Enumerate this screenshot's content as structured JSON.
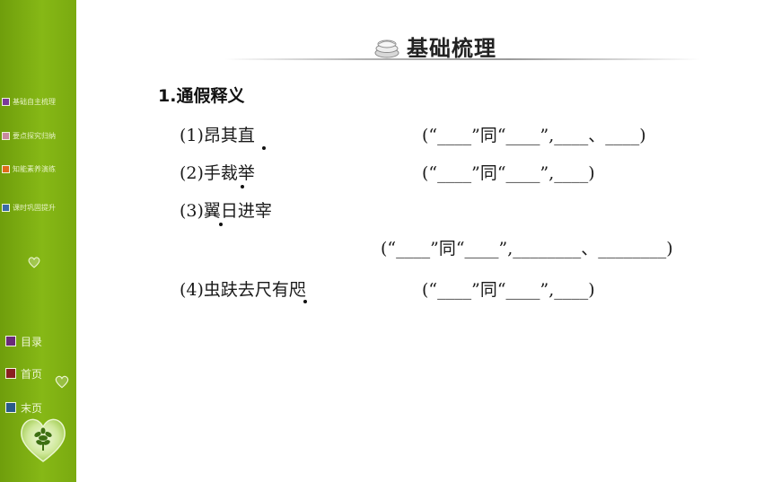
{
  "sidebar": {
    "items": [
      {
        "label": "基础自主梳理",
        "color": "#7b3a9a"
      },
      {
        "label": "要点探究归纳",
        "color": "#c98aa0"
      },
      {
        "label": "知能素养演练",
        "color": "#e06a1a"
      },
      {
        "label": "课时巩固提升",
        "color": "#3a6aa8"
      }
    ],
    "nav": [
      {
        "label": "目录",
        "color": "#6a2a7a"
      },
      {
        "label": "首页",
        "color": "#8a2020"
      },
      {
        "label": "末页",
        "color": "#2a5a8a"
      }
    ]
  },
  "header": {
    "title": "基础梳理",
    "icon": "books-icon"
  },
  "content": {
    "heading": "1.通假释义",
    "items": [
      {
        "label": "(1)昂其直",
        "blank": "(“____”同“____”,____、____)"
      },
      {
        "label": "(2)手裁举",
        "blank": "(“____”同“____”,____)"
      },
      {
        "label": "(3)翼日进宰",
        "blank": "(“____”同“____”,________、________)"
      },
      {
        "label": "(4)虫趺去尺有咫",
        "blank": "(“____”同“____”,____)"
      }
    ]
  }
}
